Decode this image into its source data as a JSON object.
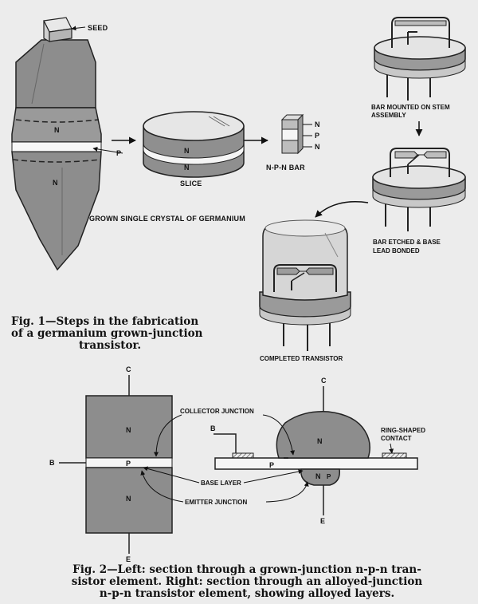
{
  "fig1": {
    "seed_label": "SEED",
    "crystal_upper_n": "N",
    "crystal_lower_n": "N",
    "crystal_p": "P",
    "crystal_caption": "GROWN SINGLE CRYSTAL OF GERMANIUM",
    "slice_n_upper": "N",
    "slice_n_lower": "N",
    "slice_label": "SLICE",
    "bar_n_top": "N",
    "bar_p": "P",
    "bar_n_bottom": "N",
    "bar_label": "N-P-N BAR",
    "mounted_line1": "BAR MOUNTED ON STEM",
    "mounted_line2": "ASSEMBLY",
    "etched_line1": "BAR ETCHED & BASE",
    "etched_line2": "LEAD BONDED",
    "completed_label": "COMPLETED TRANSISTOR",
    "caption_line1": "Fig. 1—Steps in the fabrication",
    "caption_line2": "of a germanium grown-junction",
    "caption_line3": "transistor."
  },
  "fig2": {
    "left_c": "C",
    "left_e": "E",
    "left_b": "B",
    "left_n_top": "N",
    "left_p": "P",
    "left_n_bottom": "N",
    "collector_junction": "COLLECTOR JUNCTION",
    "base_layer": "BASE LAYER",
    "emitter_junction": "EMITTER JUNCTION",
    "right_c": "C",
    "right_b": "B",
    "right_n_top": "N",
    "right_p": "P",
    "right_n_bottom": "N",
    "right_p_small": "P",
    "right_e": "E",
    "ring_line1": "RING-SHAPED",
    "ring_line2": "CONTACT",
    "caption_line1": "Fig. 2—Left: section through a grown-junction n-p-n tran-",
    "caption_line2": "sistor element. Right: section through an alloyed-junction",
    "caption_line3": "n-p-n transistor element, showing alloyed layers."
  }
}
